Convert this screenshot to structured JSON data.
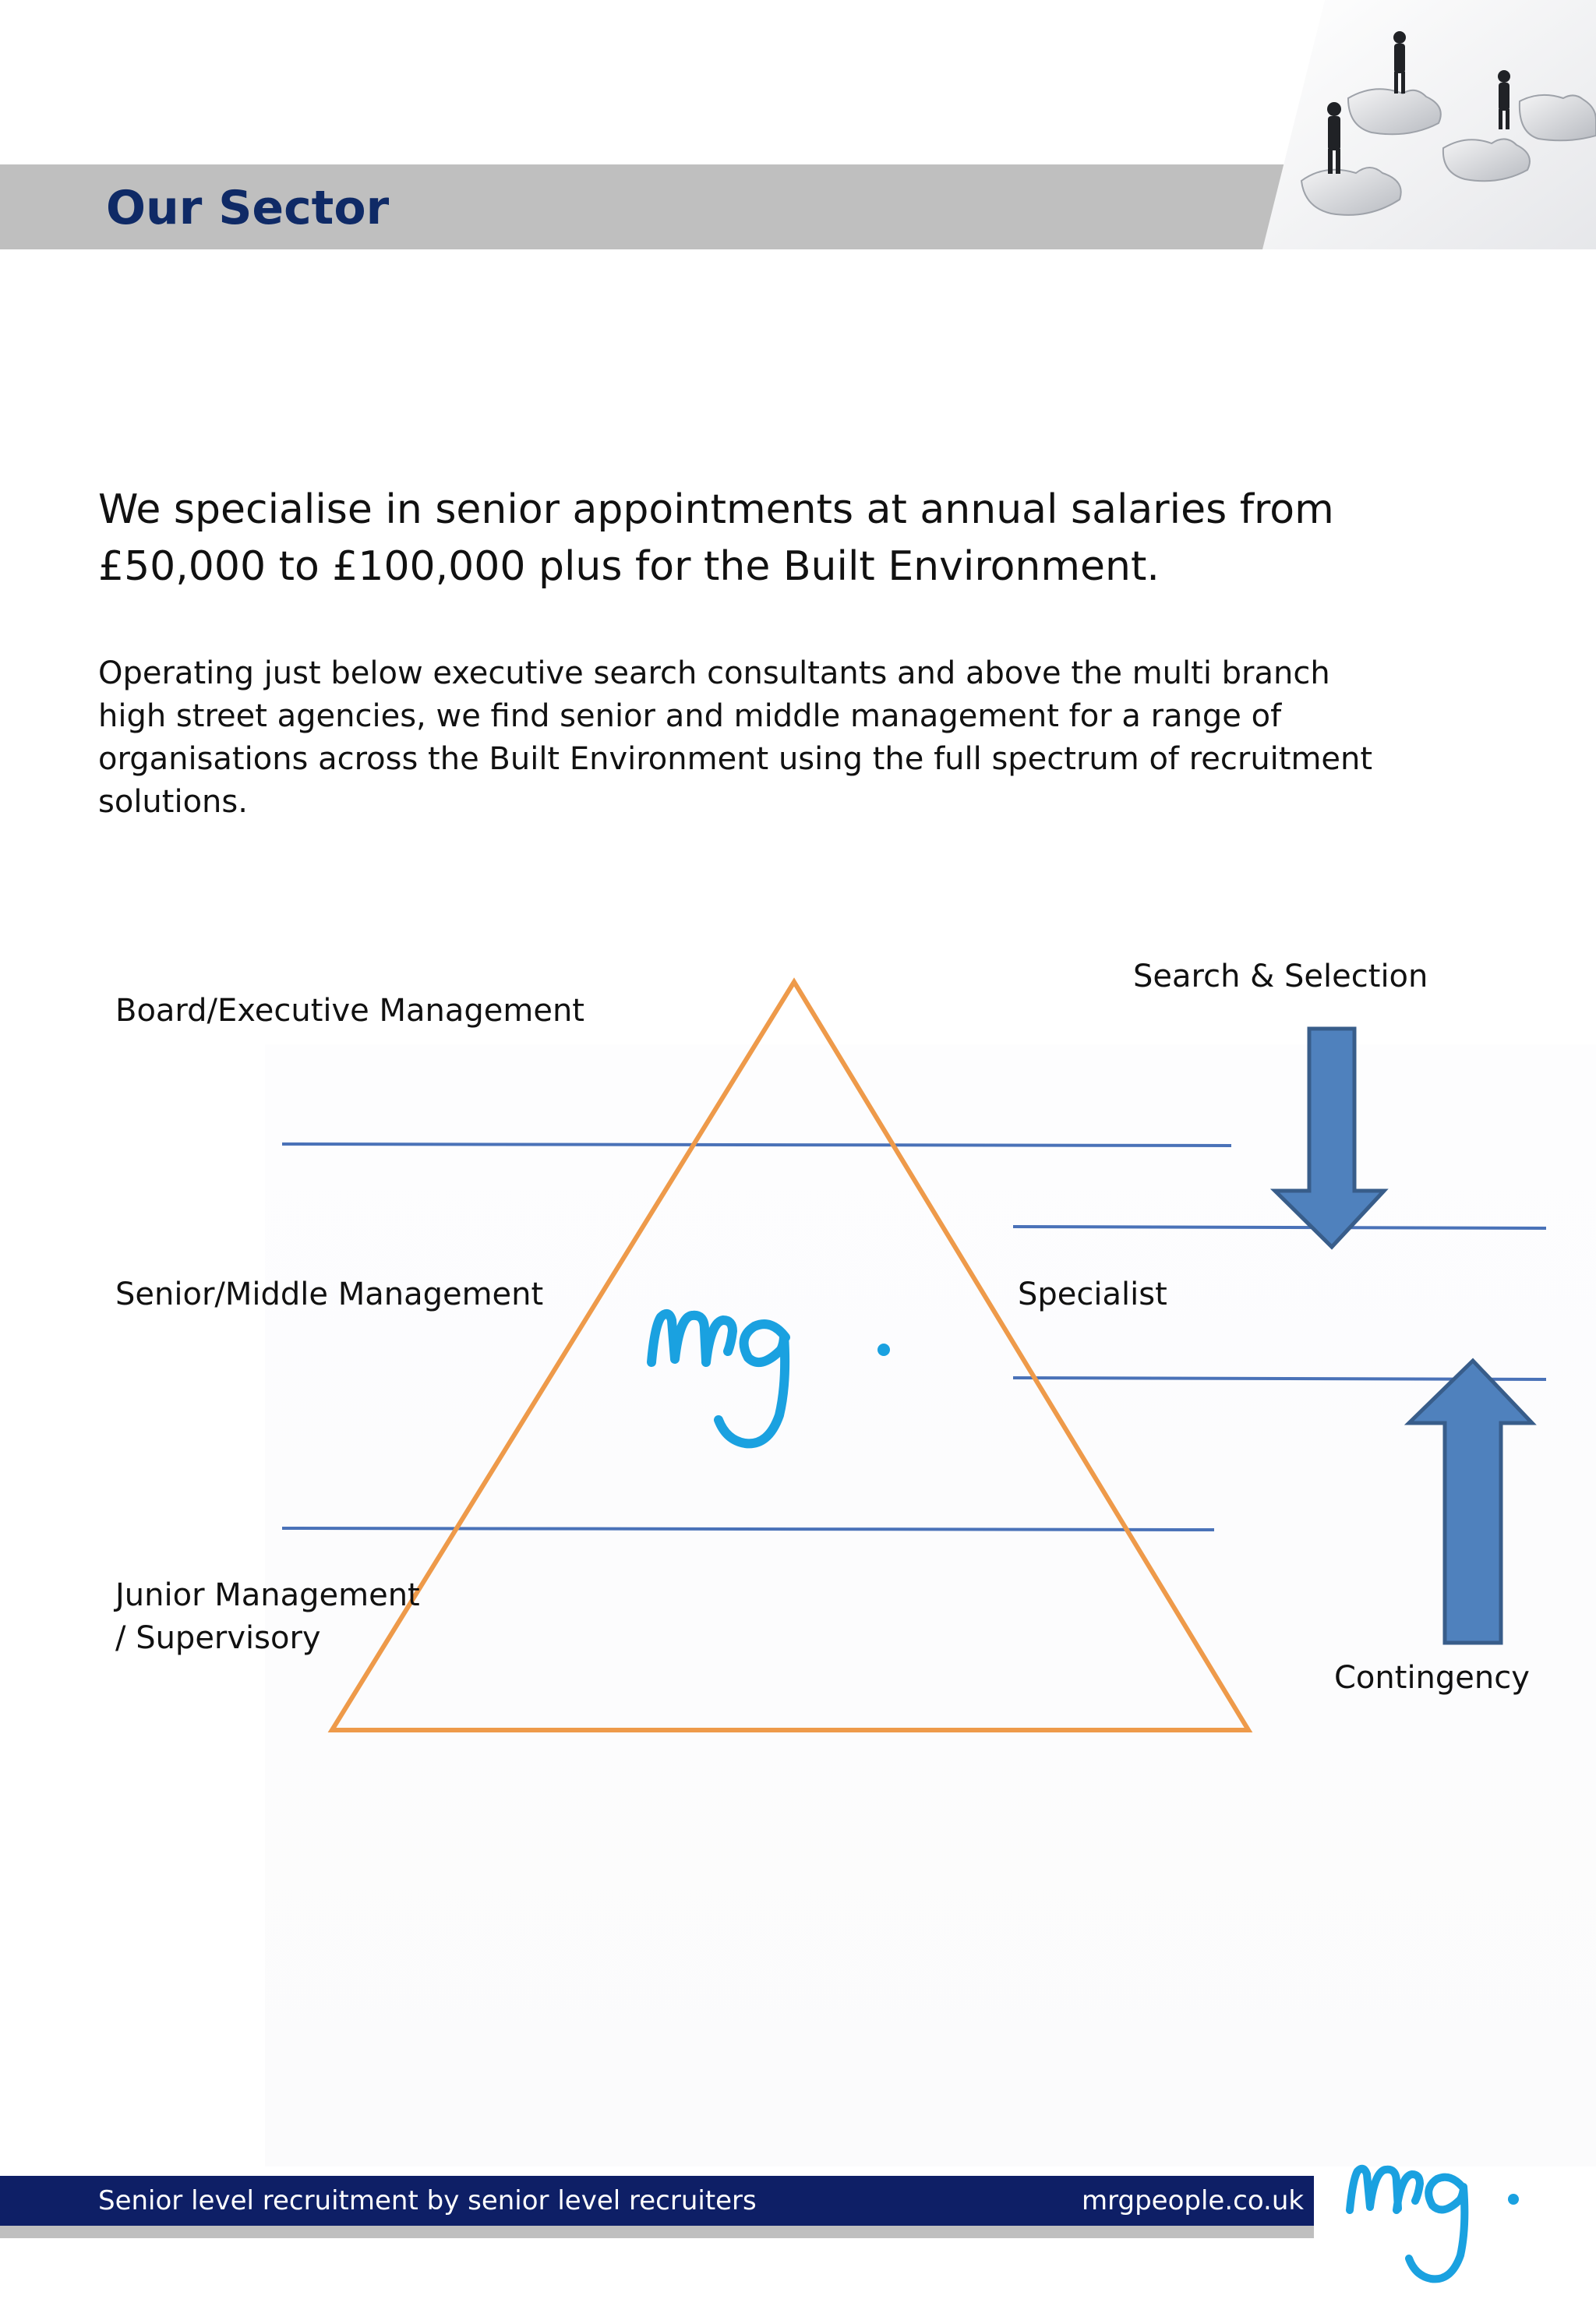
{
  "header": {
    "title": "Our Sector",
    "photo_icon": "business-people-on-puzzle-pieces-photo"
  },
  "intro": {
    "lead": "We specialise in senior appointments at annual salaries from £50,000 to £100,000 plus for the Built Environment.",
    "body": "Operating just below executive search consultants and above the multi branch high street agencies, we find senior and middle management for a range of organisations across the Built Environment using the full spectrum of recruitment solutions."
  },
  "diagram": {
    "levels": [
      "Board/Executive Management",
      "Senior/Middle Management",
      "Junior Management\n/ Supervisory"
    ],
    "methods": {
      "top": "Search & Selection",
      "middle": "Specialist",
      "bottom": "Contingency"
    },
    "center_logo": "mrg.",
    "arrows": [
      "down-arrow",
      "up-arrow"
    ]
  },
  "footer": {
    "tagline": "Senior level recruitment by senior level recruiters",
    "website": "mrgpeople.co.uk",
    "logo": "mrg."
  },
  "colors": {
    "title_navy": "#0f2a66",
    "header_gray": "#bfbfbf",
    "footer_navy": "#0e1f66",
    "pyramid_orange": "#ee9a4a",
    "divider_blue": "#4a72b8",
    "arrow_fill": "#4f81bd",
    "arrow_stroke": "#385d8a",
    "logo_cyan": "#1aa1e0"
  }
}
